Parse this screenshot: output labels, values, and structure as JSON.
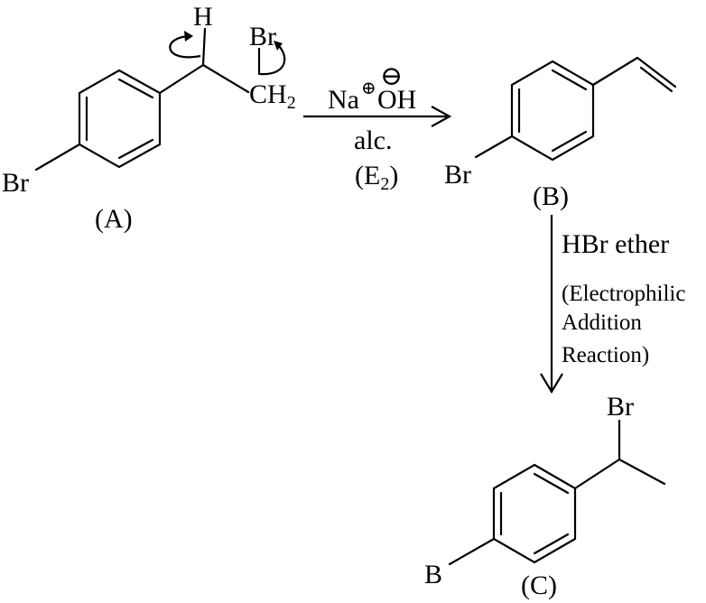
{
  "compounds": {
    "a": {
      "label": "(A)",
      "br_ring": "Br",
      "h_atom": "H",
      "br_side": "Br",
      "ch2_main": "CH",
      "ch2_sub": "2"
    },
    "b": {
      "label": "(B)",
      "br_ring": "Br"
    },
    "c": {
      "label": "(C)",
      "br_ring": "B",
      "br_side": "Br"
    }
  },
  "step1": {
    "reagent_na": "Na",
    "plus_charge": "⊕",
    "reagent_oh": "OH",
    "minus_charge": "⊖",
    "condition": "alc.",
    "mech_open": "(E",
    "mech_sub": "2",
    "mech_close": ")"
  },
  "step2": {
    "reagent": "HBr ether",
    "note_line1": "(Electrophilic",
    "note_line2": "Addition",
    "note_line3": "Reaction)"
  }
}
